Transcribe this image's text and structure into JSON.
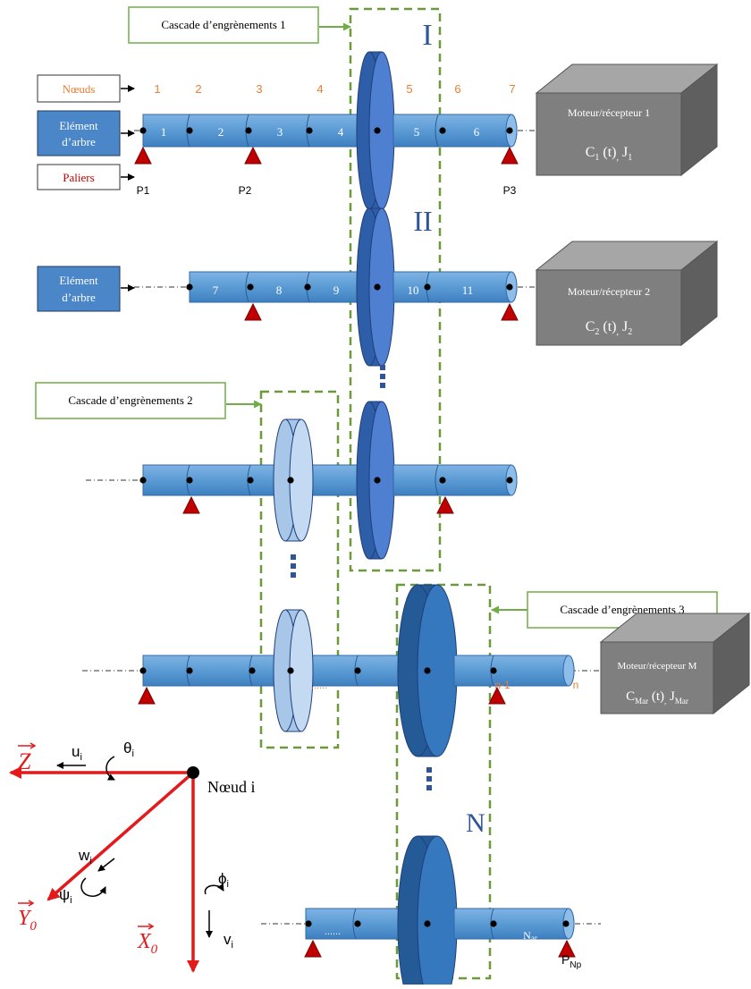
{
  "colors": {
    "shaft": "#5b9bd5",
    "shaft_dark": "#3a78b5",
    "gear": "#3f6fc4",
    "gear_dark": "#2b56a8",
    "gear_light": "#a9c8ea",
    "gear3": "#2e74b5",
    "box_front": "#7f7f7f",
    "box_top": "#9a9a9a",
    "box_side": "#5f5f5f",
    "bearing": "#c00000",
    "node_label": "#ed7d31",
    "cascade_border": "#70ad47",
    "axes": "#e31a1c",
    "stage_label": "#2f5597"
  },
  "labels": {
    "cascade1": "Cascade d’engrènements 1",
    "cascade2": "Cascade d’engrènements 2",
    "cascade3": "Cascade d’engrènements 3",
    "noeuds": "Nœuds",
    "element1": "Elément",
    "element2": "d’arbre",
    "paliers": "Paliers",
    "stage_I": "I",
    "stage_II": "II",
    "stage_N": "N"
  },
  "shaft1": {
    "node_numbers": [
      "1",
      "2",
      "3",
      "4",
      "5",
      "6",
      "7"
    ],
    "element_numbers": [
      "1",
      "2",
      "3",
      "4",
      "5",
      "6"
    ],
    "bearings": [
      "P1",
      "P2",
      "P3"
    ]
  },
  "shaft2": {
    "element_numbers": [
      "7",
      "8",
      "9",
      "10",
      "11"
    ]
  },
  "last_shaft": {
    "node_labels": [
      "......",
      "n-1",
      "n"
    ],
    "element_dots": "......",
    "last_element": "N",
    "last_element_sub": "ar",
    "bearing_main": "P",
    "bearing_sub": "Np"
  },
  "motors": [
    {
      "title": "Moteur/récepteur 1",
      "c": "C",
      "c_sub": "1",
      "t": " (t)",
      "sep": ",",
      "j": " J",
      "j_sub": "1"
    },
    {
      "title": "Moteur/récepteur 2",
      "c": "C",
      "c_sub": "2",
      "t": " (t)",
      "sep": ",",
      "j": " J",
      "j_sub": "2"
    },
    {
      "title": "Moteur/récepteur M",
      "c": "C",
      "c_sub": "Mar",
      "t": " (t)",
      "sep": ",",
      "j": " J",
      "j_sub": "Mar"
    }
  ],
  "frame": {
    "node": "Nœud i",
    "z": "Z",
    "y": "Y",
    "y_sub": "0",
    "x": "X",
    "x_sub": "0",
    "u": "u",
    "u_sub": "i",
    "theta": "θ",
    "theta_sub": "i",
    "w": "w",
    "w_sub": "i",
    "psi": "ψ",
    "psi_sub": "i",
    "phi": "ϕ",
    "phi_sub": "i",
    "v": "v",
    "v_sub": "i"
  }
}
